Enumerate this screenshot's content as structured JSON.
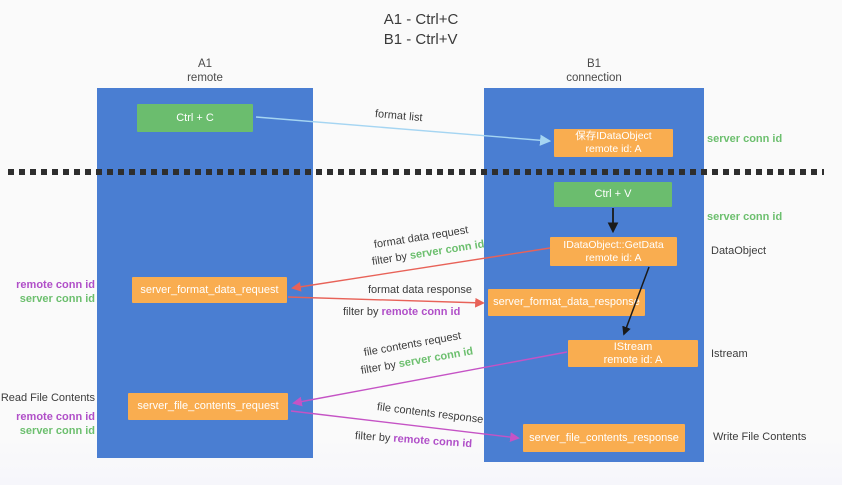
{
  "title": {
    "line1": "A1 - Ctrl+C",
    "line2": "B1 - Ctrl+V"
  },
  "columns": {
    "a1": {
      "name": "A1",
      "subtitle": "remote"
    },
    "b1": {
      "name": "B1",
      "subtitle": "connection"
    }
  },
  "nodes": {
    "ctrl_c": {
      "label": "Ctrl + C"
    },
    "save_idataobject": {
      "line1": "保存IDataObject",
      "line2": "remote id: A"
    },
    "ctrl_v": {
      "label": "Ctrl + V"
    },
    "getdata": {
      "line1": "IDataObject::GetData",
      "line2": "remote id: A"
    },
    "format_request": {
      "label": "server_format_data_request"
    },
    "format_response": {
      "label": "server_format_data_response"
    },
    "istream": {
      "line1": "IStream",
      "line2": "remote id: A"
    },
    "file_request": {
      "label": "server_file_contents_request"
    },
    "file_response": {
      "label": "server_file_contents_response"
    }
  },
  "arrow_labels": {
    "format_list": "format list",
    "format_data_request": "format data request",
    "format_data_response": "format data response",
    "file_contents_request": "file contents request",
    "file_contents_response": "file contents response",
    "filter_by": "filter by",
    "server_conn_id": "server conn id",
    "remote_conn_id": "remote conn id"
  },
  "side_labels": {
    "server_conn_id_top": "server conn id",
    "server_conn_id_mid": "server conn id",
    "dataobject": "DataObject",
    "istream": "Istream",
    "read_file_contents": "Read File Contents",
    "write_file_contents": "Write File Contents",
    "left_group1": {
      "remote": "remote conn id",
      "server": "server conn id"
    },
    "left_group2": {
      "remote": "remote conn id",
      "server": "server conn id"
    }
  },
  "colors": {
    "lifeline_blue": "#4a7ed2",
    "node_green": "#6bbd6e",
    "node_orange": "#f9ad50",
    "arrow_lightblue": "#a5d5f2",
    "arrow_red": "#e86258",
    "arrow_magenta": "#c553c5",
    "arrow_black": "#1a1a1a",
    "text_green": "#6cbf6e",
    "text_purple": "#b04fc8"
  }
}
